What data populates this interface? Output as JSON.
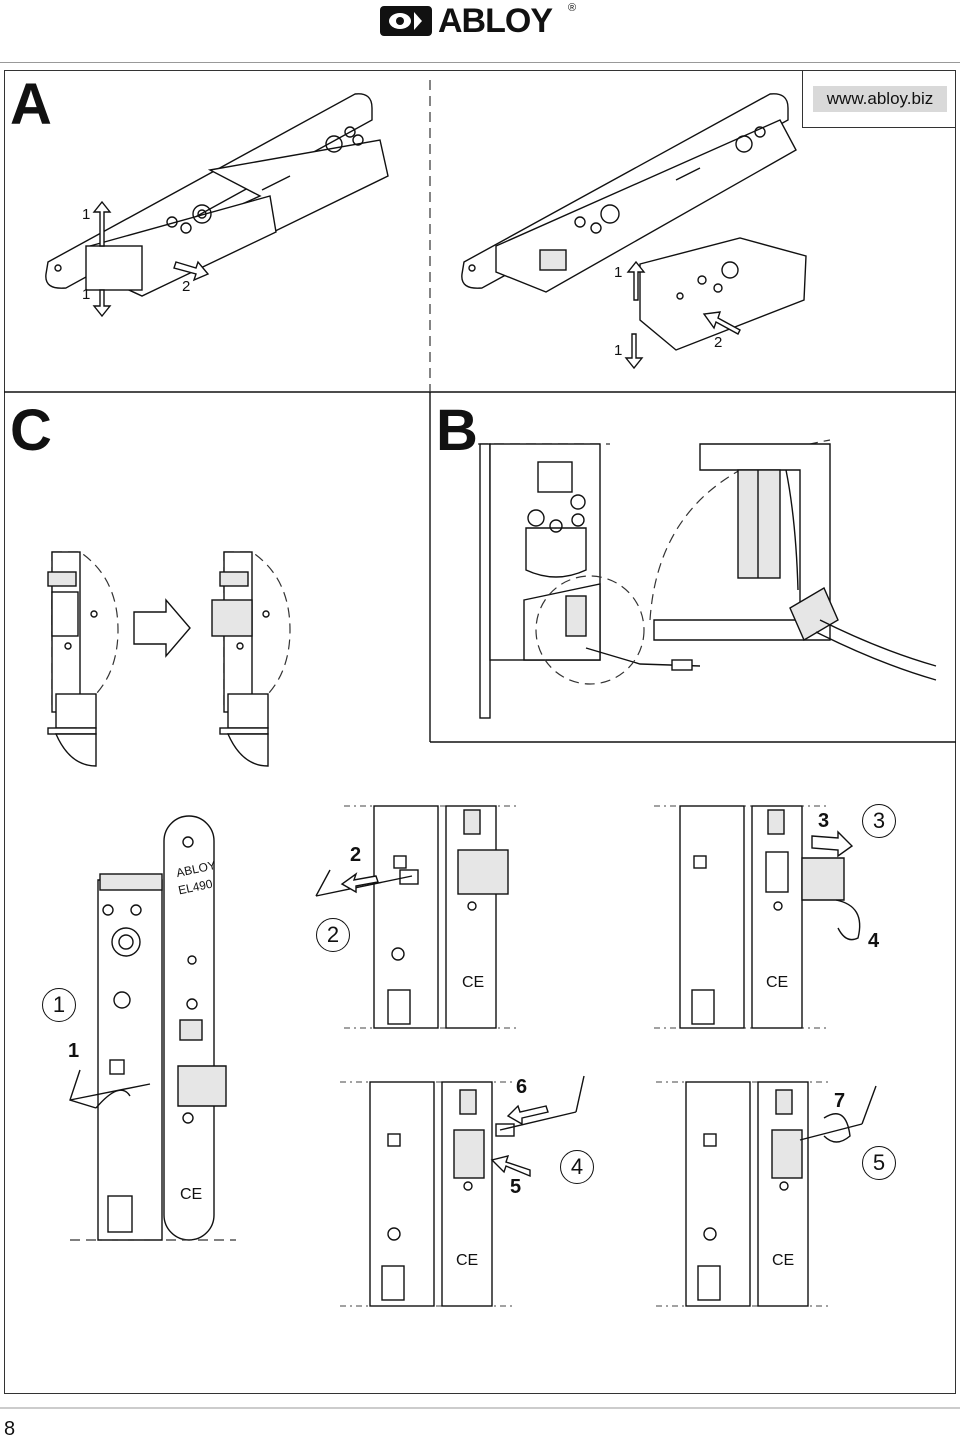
{
  "header": {
    "brand": "ABLOY",
    "registered": "®"
  },
  "website": "www.abloy.biz",
  "sections": {
    "a": "A",
    "b": "B",
    "c": "C"
  },
  "section_a": {
    "left_up": "1",
    "left_down": "1",
    "left_side": "2",
    "right_up": "1",
    "right_down": "1",
    "right_side": "2"
  },
  "device": {
    "brand": "ABLOY",
    "model": "EL490",
    "ce": "CE"
  },
  "steps": {
    "s1": {
      "circle": "1",
      "arrow": "1"
    },
    "s2": {
      "circle": "2",
      "arrow": "2"
    },
    "s3": {
      "circle": "3",
      "arrow_a": "3",
      "arrow_b": "4"
    },
    "s4": {
      "circle": "4",
      "arrow_a": "6",
      "arrow_b": "5"
    },
    "s5": {
      "circle": "5",
      "arrow": "7"
    }
  },
  "page": {
    "number": "8"
  }
}
